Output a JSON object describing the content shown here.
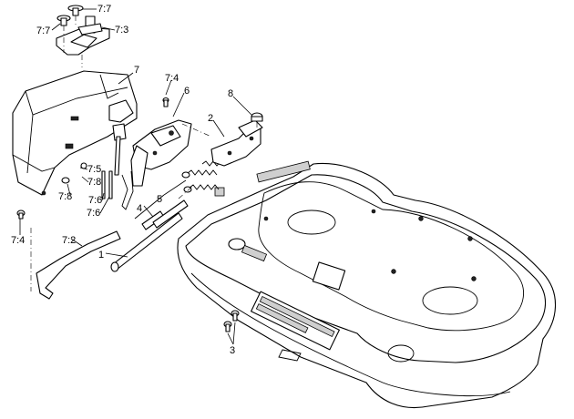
{
  "diagram": {
    "callouts": [
      {
        "id": "c-7-7a",
        "text": "7:7"
      },
      {
        "id": "c-7-7b",
        "text": "7:7"
      },
      {
        "id": "c-7-3",
        "text": "7:3"
      },
      {
        "id": "c-7",
        "text": "7"
      },
      {
        "id": "c-7-4a",
        "text": "7:4"
      },
      {
        "id": "c-6",
        "text": "6"
      },
      {
        "id": "c-8",
        "text": "8"
      },
      {
        "id": "c-2",
        "text": "2"
      },
      {
        "id": "c-7-5",
        "text": "7:5"
      },
      {
        "id": "c-7-8a",
        "text": "7:8"
      },
      {
        "id": "c-7-8b",
        "text": "7:8"
      },
      {
        "id": "c-7-6a",
        "text": "7:6"
      },
      {
        "id": "c-7-6b",
        "text": "7:6"
      },
      {
        "id": "c-5",
        "text": "5"
      },
      {
        "id": "c-4",
        "text": "4"
      },
      {
        "id": "c-7-4b",
        "text": "7:4"
      },
      {
        "id": "c-7-2",
        "text": "7:2"
      },
      {
        "id": "c-1",
        "text": "1"
      },
      {
        "id": "c-3",
        "text": "3"
      }
    ]
  }
}
